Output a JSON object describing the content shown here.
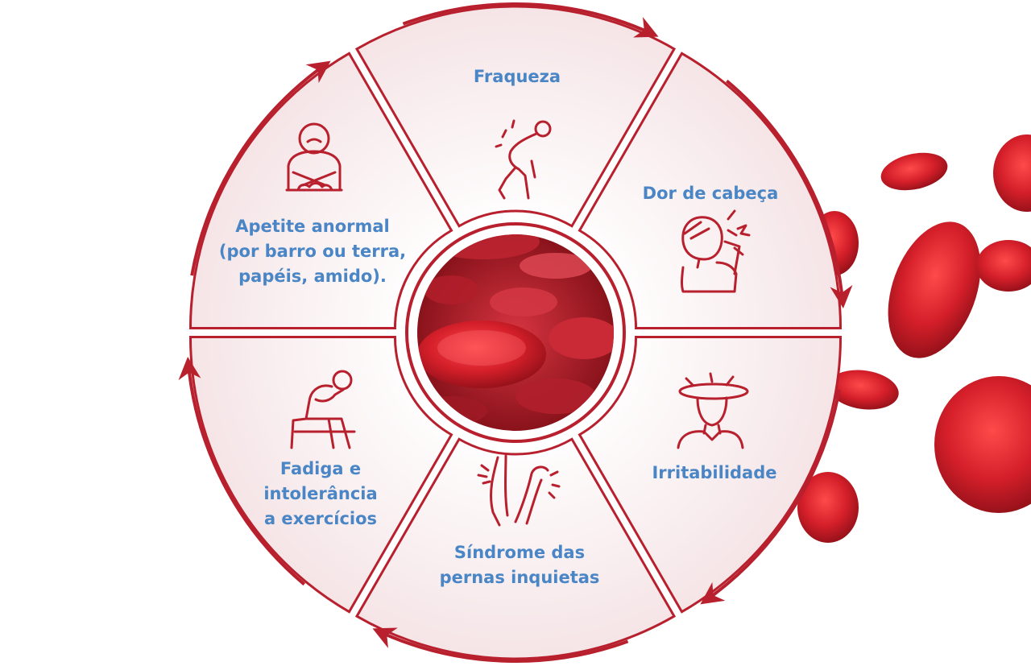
{
  "diagram": {
    "colors": {
      "accent": "#b8202e",
      "label": "#4a86c5",
      "segment_fill": "#f7e9ea",
      "cell": "#d41f2a"
    },
    "segments": [
      {
        "id": "fraqueza",
        "icon": "weak-person-icon",
        "lines": [
          "Fraqueza"
        ]
      },
      {
        "id": "dor",
        "icon": "headache-icon",
        "lines": [
          "Dor de cabeça"
        ]
      },
      {
        "id": "irrit",
        "icon": "irritated-person-icon",
        "lines": [
          "Irritabilidade"
        ]
      },
      {
        "id": "sindrome",
        "icon": "restless-legs-icon",
        "lines": [
          "Síndrome das",
          "pernas inquietas"
        ]
      },
      {
        "id": "fadiga",
        "icon": "tired-seated-person-icon",
        "lines": [
          "Fadiga e",
          "intolerância",
          "a exercícios"
        ]
      },
      {
        "id": "apetite",
        "icon": "abnormal-appetite-icon",
        "lines": [
          "Apetite anormal",
          "(por barro ou terra,",
          "papéis, amido)."
        ]
      }
    ],
    "center_image": "red-blood-cells"
  }
}
